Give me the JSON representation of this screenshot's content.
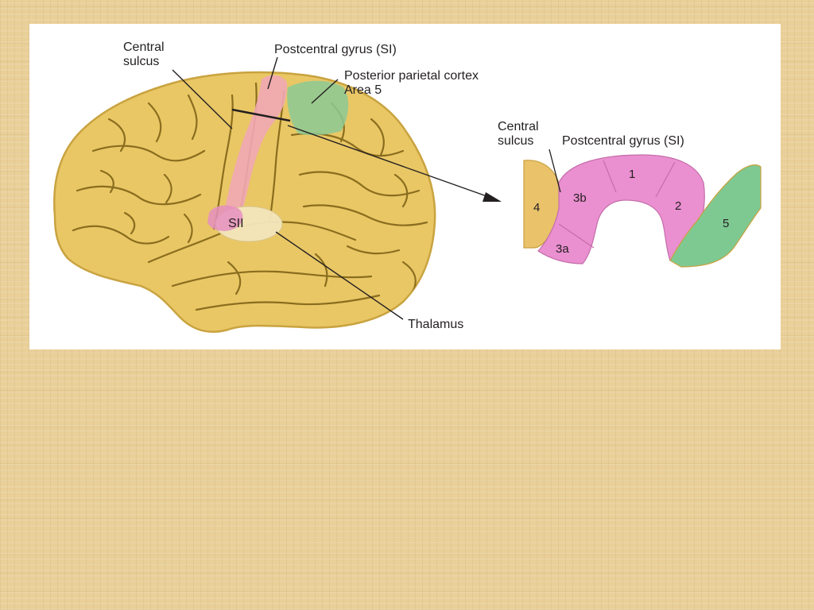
{
  "labels": {
    "central_sulcus_line1": "Central",
    "central_sulcus_line2": "sulcus",
    "postcentral_gyrus": "Postcentral gyrus (SI)",
    "posterior_parietal_line1": "Posterior parietal cortex",
    "posterior_parietal_line2": "Area 5",
    "sii": "SII",
    "thalamus": "Thalamus"
  },
  "inset": {
    "central_sulcus_line1": "Central",
    "central_sulcus_line2": "sulcus",
    "postcentral_gyrus": "Postcentral gyrus (SI)",
    "areas": [
      "4",
      "3a",
      "3b",
      "1",
      "2",
      "5"
    ]
  },
  "colors": {
    "background": "#e9cf98",
    "panel": "#ffffff",
    "brain": "#e9c765",
    "brain_outline": "#c9a340",
    "sulci": "#8a6d1e",
    "si_pink": "#f1a7b5",
    "area5_green": "#8cc995",
    "sii_pink": "#e58fbf",
    "thalamus": "#f3e6bd",
    "inset_pink": "#ea8fd0",
    "inset_green": "#7ec992",
    "inset_tan": "#e9c26a",
    "leader": "#231f20"
  }
}
